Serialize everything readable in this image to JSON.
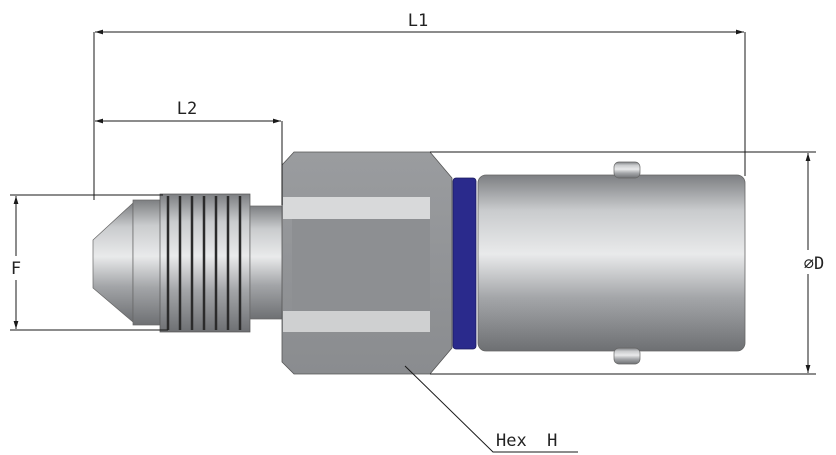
{
  "dimensions": {
    "overall_length": "L1",
    "thread_length": "L2",
    "thread_size": "F",
    "sleeve_diameter": "⌀D",
    "hex_size": "Hex  H"
  },
  "colors": {
    "ring": "#2a2a8c",
    "steel": "#a9abad",
    "line": "#1a1a1a"
  }
}
